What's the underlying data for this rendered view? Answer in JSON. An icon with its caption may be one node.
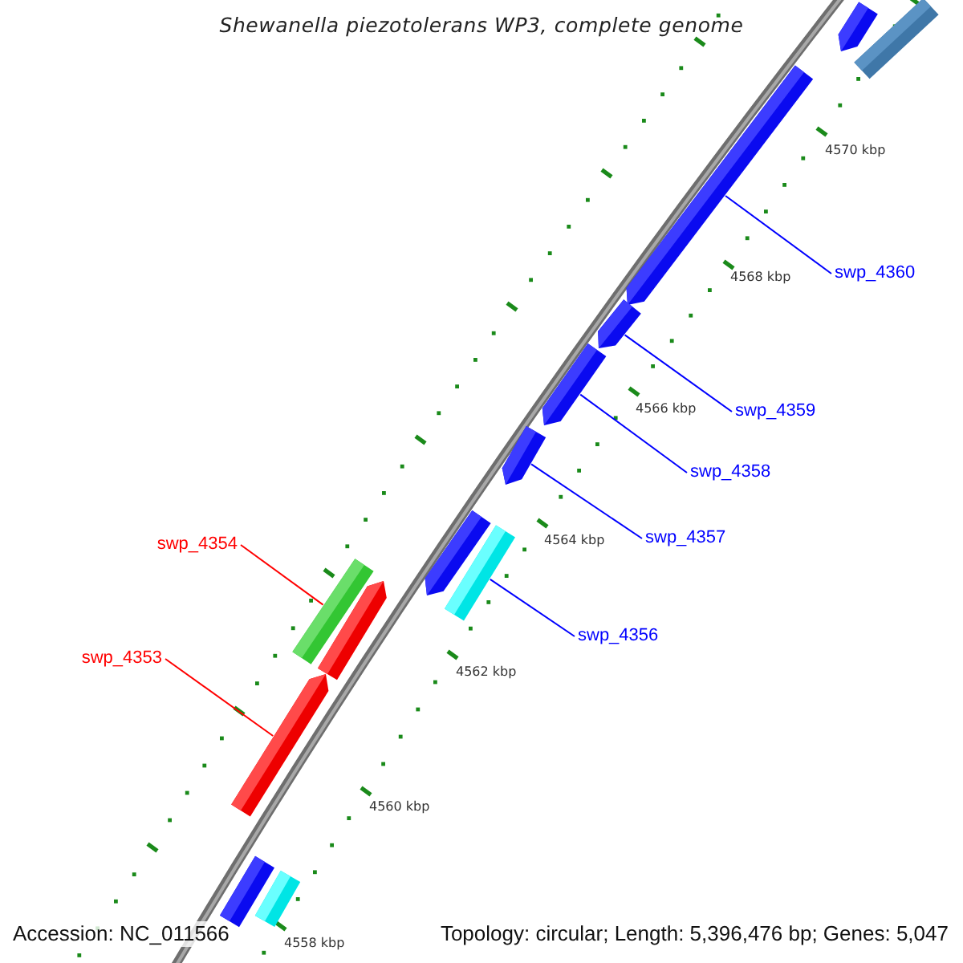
{
  "diagram": {
    "title": "Shewanella piezotolerans WP3, complete genome",
    "nodes": [
      {
        "text": [
          "swp_4360"
        ]
      },
      {
        "text": [
          "swp_4359"
        ]
      },
      {
        "text": [
          "swp_4358"
        ]
      },
      {
        "text": [
          "swp_4357"
        ]
      },
      {
        "text": [
          "swp_4354"
        ]
      },
      {
        "text": [
          "swp_4356"
        ]
      },
      {
        "text": [
          "swp_4353"
        ]
      },
      {
        "text": [],
        "shape": "bar"
      },
      {
        "text": [],
        "shape": "bar"
      },
      {
        "text": [],
        "shape": "bar"
      },
      {
        "text": [],
        "shape": "bar"
      },
      {
        "text": [],
        "shape": "bar"
      },
      {
        "text": [],
        "shape": "bar"
      },
      {
        "text": [],
        "shape": "bar"
      },
      {
        "text": [],
        "shape": "bar"
      },
      {
        "text": [],
        "shape": "bar"
      },
      {
        "text": [],
        "shape": "bar"
      },
      {
        "text": [],
        "shape": "bar"
      },
      {
        "text": [],
        "shape": "bar"
      },
      {
        "text": [],
        "shape": "bar"
      }
    ],
    "edges": [
      {
        "from": 0,
        "to": 9,
        "arrow": "none"
      },
      {
        "from": 1,
        "to": 10,
        "arrow": "none"
      },
      {
        "from": 2,
        "to": 11,
        "arrow": "none"
      },
      {
        "from": 3,
        "to": 12,
        "arrow": "none"
      },
      {
        "from": 4,
        "to": 15,
        "arrow": "none",
        "color": "#ff0000"
      },
      {
        "from": 5,
        "to": 14,
        "arrow": "none"
      },
      {
        "from": 6,
        "to": 17,
        "arrow": "none",
        "color": "#ff0000"
      }
    ],
    "labels": [
      "4570 kbp",
      "4568 kbp",
      "4566 kbp",
      "4564 kbp",
      "4562 kbp",
      "4560 kbp",
      "4558 kbp",
      "Accession: NC_011566",
      "Topology: circular; Length: 5,396,476 bp; Genes: 5,047"
    ]
  }
}
